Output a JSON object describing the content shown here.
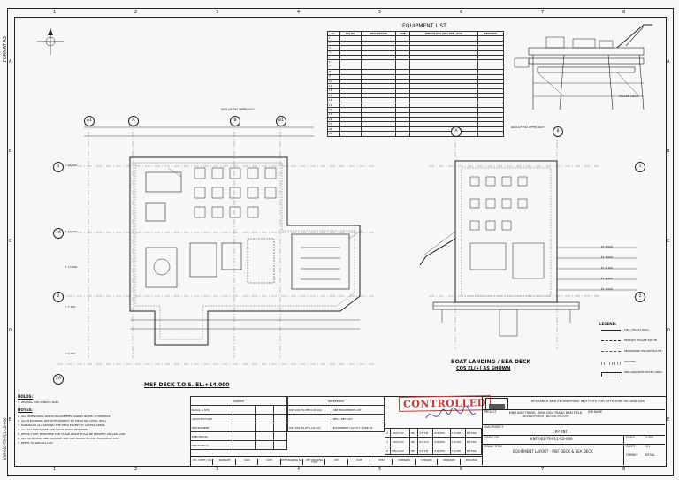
{
  "sheet": {
    "format_label": "FORMAT A3",
    "side_doc_number": "KNT-002-TS-P11-LD-006",
    "column_numbers": [
      "1",
      "2",
      "3",
      "4",
      "5",
      "6",
      "7",
      "8"
    ],
    "row_letters": [
      "A",
      "B",
      "C",
      "D",
      "E"
    ]
  },
  "equipment_list": {
    "title": "EQUIPMENT LIST",
    "headers": [
      "No.",
      "TAG No.",
      "DESCRIPTION",
      "SIZE",
      "WEIGHT DRY (KN) OPR. (T/H)",
      "REMARKS"
    ],
    "rows": [
      [
        "1",
        "",
        "",
        "",
        "",
        ""
      ],
      [
        "2",
        "",
        "",
        "",
        "",
        ""
      ],
      [
        "3",
        "",
        "",
        "",
        "",
        ""
      ],
      [
        "4",
        "",
        "",
        "",
        "",
        ""
      ],
      [
        "5",
        "",
        "",
        "",
        "",
        ""
      ],
      [
        "6",
        "",
        "",
        "",
        "",
        ""
      ],
      [
        "7",
        "",
        "",
        "",
        "",
        ""
      ],
      [
        "8",
        "",
        "",
        "",
        "",
        ""
      ],
      [
        "9",
        "",
        "",
        "",
        "",
        ""
      ],
      [
        "10",
        "",
        "",
        "",
        "",
        ""
      ],
      [
        "11",
        "",
        "",
        "",
        "",
        ""
      ],
      [
        "12",
        "",
        "",
        "",
        "",
        ""
      ],
      [
        "13",
        "",
        "",
        "",
        "",
        ""
      ],
      [
        "14",
        "",
        "",
        "",
        "",
        ""
      ],
      [
        "15",
        "",
        "",
        "",
        "",
        ""
      ],
      [
        "16",
        "",
        "",
        "",
        "",
        ""
      ],
      [
        "17",
        "",
        "",
        "",
        "",
        ""
      ],
      [
        "18",
        "",
        "",
        "",
        "",
        ""
      ],
      [
        "19",
        "",
        "",
        "",
        "",
        ""
      ],
      [
        "20",
        "",
        "",
        "",
        "",
        ""
      ],
      [
        "21",
        "",
        "",
        "",
        "",
        ""
      ]
    ]
  },
  "plan_left": {
    "title": "MSF DECK T.O.S. EL.+14.000",
    "jack_up_label": "JACK-UP RIG APPROACH",
    "grid_top": [
      "A1",
      "A",
      "B",
      "B1"
    ],
    "grid_left": [
      "1",
      "1A",
      "2",
      "2A"
    ],
    "levels": [
      "Y 25.000",
      "Y 19.000",
      "Y 13.600",
      "Y 7.500",
      "Y 0.000"
    ]
  },
  "plan_right": {
    "title": "BOAT LANDING / SEA DECK",
    "subtitle": "COS EL(+) AS SHOWN",
    "jack_up_label": "JACK-UP RIG APPROACH",
    "grid_top": [
      "A",
      "B"
    ],
    "grid_right": [
      "1",
      "2"
    ],
    "levels_right": [
      "EL 8.000",
      "EL 7.000",
      "EL 5.300",
      "EL 4.200",
      "EL 3.000"
    ]
  },
  "elevation_label": "CELLAR DECK",
  "legend": {
    "title": "LEGEND:",
    "items": [
      "FIRE / BLAST WALL",
      "PRIMARY ESCAPE ROUTE",
      "SECONDARY ESCAPE ROUTE",
      "GRATING",
      "DRILLING RESTRICTED AREA"
    ]
  },
  "holds": {
    "title": "HOLDS:",
    "items": [
      "1. WAITING FOR VENDOR DATA"
    ]
  },
  "notes": {
    "title": "NOTES:",
    "items": [
      "1. ALL DIMENSIONS ARE IN MILLIMETERS UNLESS NOTED OTHERWISE.",
      "2. ALL ELEVATIONS ARE WITH RESPECT TO MEAN SEA LEVEL (MSL).",
      "3. HANDRAILS ALL AROUND THE DECK EXCEPT AT ACCESS AREAS.",
      "4. ALL WALKWAYS SIZE ARE CLEAR SPACE REQUIRED.",
      "5. DETAIL FIRST RESPONSE AND CLEAR SPACE SHALL BE CREATED ON GRILLAGE.",
      "6. ALL EQUIPMENT AND PACKAGE SIZE ARE BASED ON KNT EQUIPMENT LIST.",
      "7. REFER TO KNT-002-LIST."
    ]
  },
  "title_block": {
    "agreed": "AGREED",
    "reference": "REFERENCE",
    "disciplines": [
      "NAVAL & STR",
      "ARCHITECTURE",
      "INSTRUMENT",
      "ELECTRICAL",
      "MECHANICAL"
    ],
    "ref_rows": [
      [
        "KNT-002-TS-MET-LST-001",
        "KNT EQUIPMENT LIST"
      ],
      [
        "",
        "PFD - REF LIST"
      ],
      [
        "KNT-002-TS-PFD-LD-001",
        "EQUIPMENT LAYOUT - PIDE 02"
      ]
    ],
    "bottom_headers": [
      "DEL / DEPT / DIV",
      "SURNAME",
      "SIGN",
      "DATE",
      "REF. DRAWING No.",
      "REF. DRAWING TITLE",
      "REV",
      "DATE",
      "DESC",
      "PREPARED",
      "CHECKED",
      "APPROVED",
      "PROJ.MGR"
    ],
    "revisions": [
      [
        "2",
        "29/07/22",
        "IFA",
        "V.T.T.N",
        "P.Q.PHU",
        "T.Q.NH",
        "B.T.MAI"
      ],
      [
        "1",
        "19/07/22",
        "IFA",
        "N.T.T.N",
        "P.Q.PHU",
        "T.Q.NH",
        "B.T.MAI"
      ],
      [
        "0",
        "08/11/22",
        "IFA",
        "V.T.T.N",
        "P.Q.PHU",
        "T.Q.NH",
        "B.T.MAI"
      ]
    ],
    "stamp": "CONTROLLED",
    "institute": "RESEARCH AND ENGINEERING INSTITUTE FOR OFFSHORE OIL AND GAS",
    "project_label": "PROJECT",
    "project": "KINH NGU TRANG - KINH NGU TRANG NAM FIELD DEVELOPMENT, BLOCK 09-2/09",
    "job_name_label": "JOB NAME",
    "sub_project_label": "SUB PROJECT",
    "sub_project": "CPP KNT",
    "drawing_no_label": "DRAW. NO.",
    "drawing_no": "KNT-002-TS-P11-LD-006",
    "scale_label": "SCALE",
    "scale": "1:300",
    "drawing_title_label": "DRAW. TITLE",
    "drawing_title": "EQUIPMENT LAYOUT - MSF DECK & SEA DECK",
    "sheet_label": "SHEET",
    "sheet": "1/1",
    "format_label": "FORMAT",
    "format": "DETAIL"
  }
}
